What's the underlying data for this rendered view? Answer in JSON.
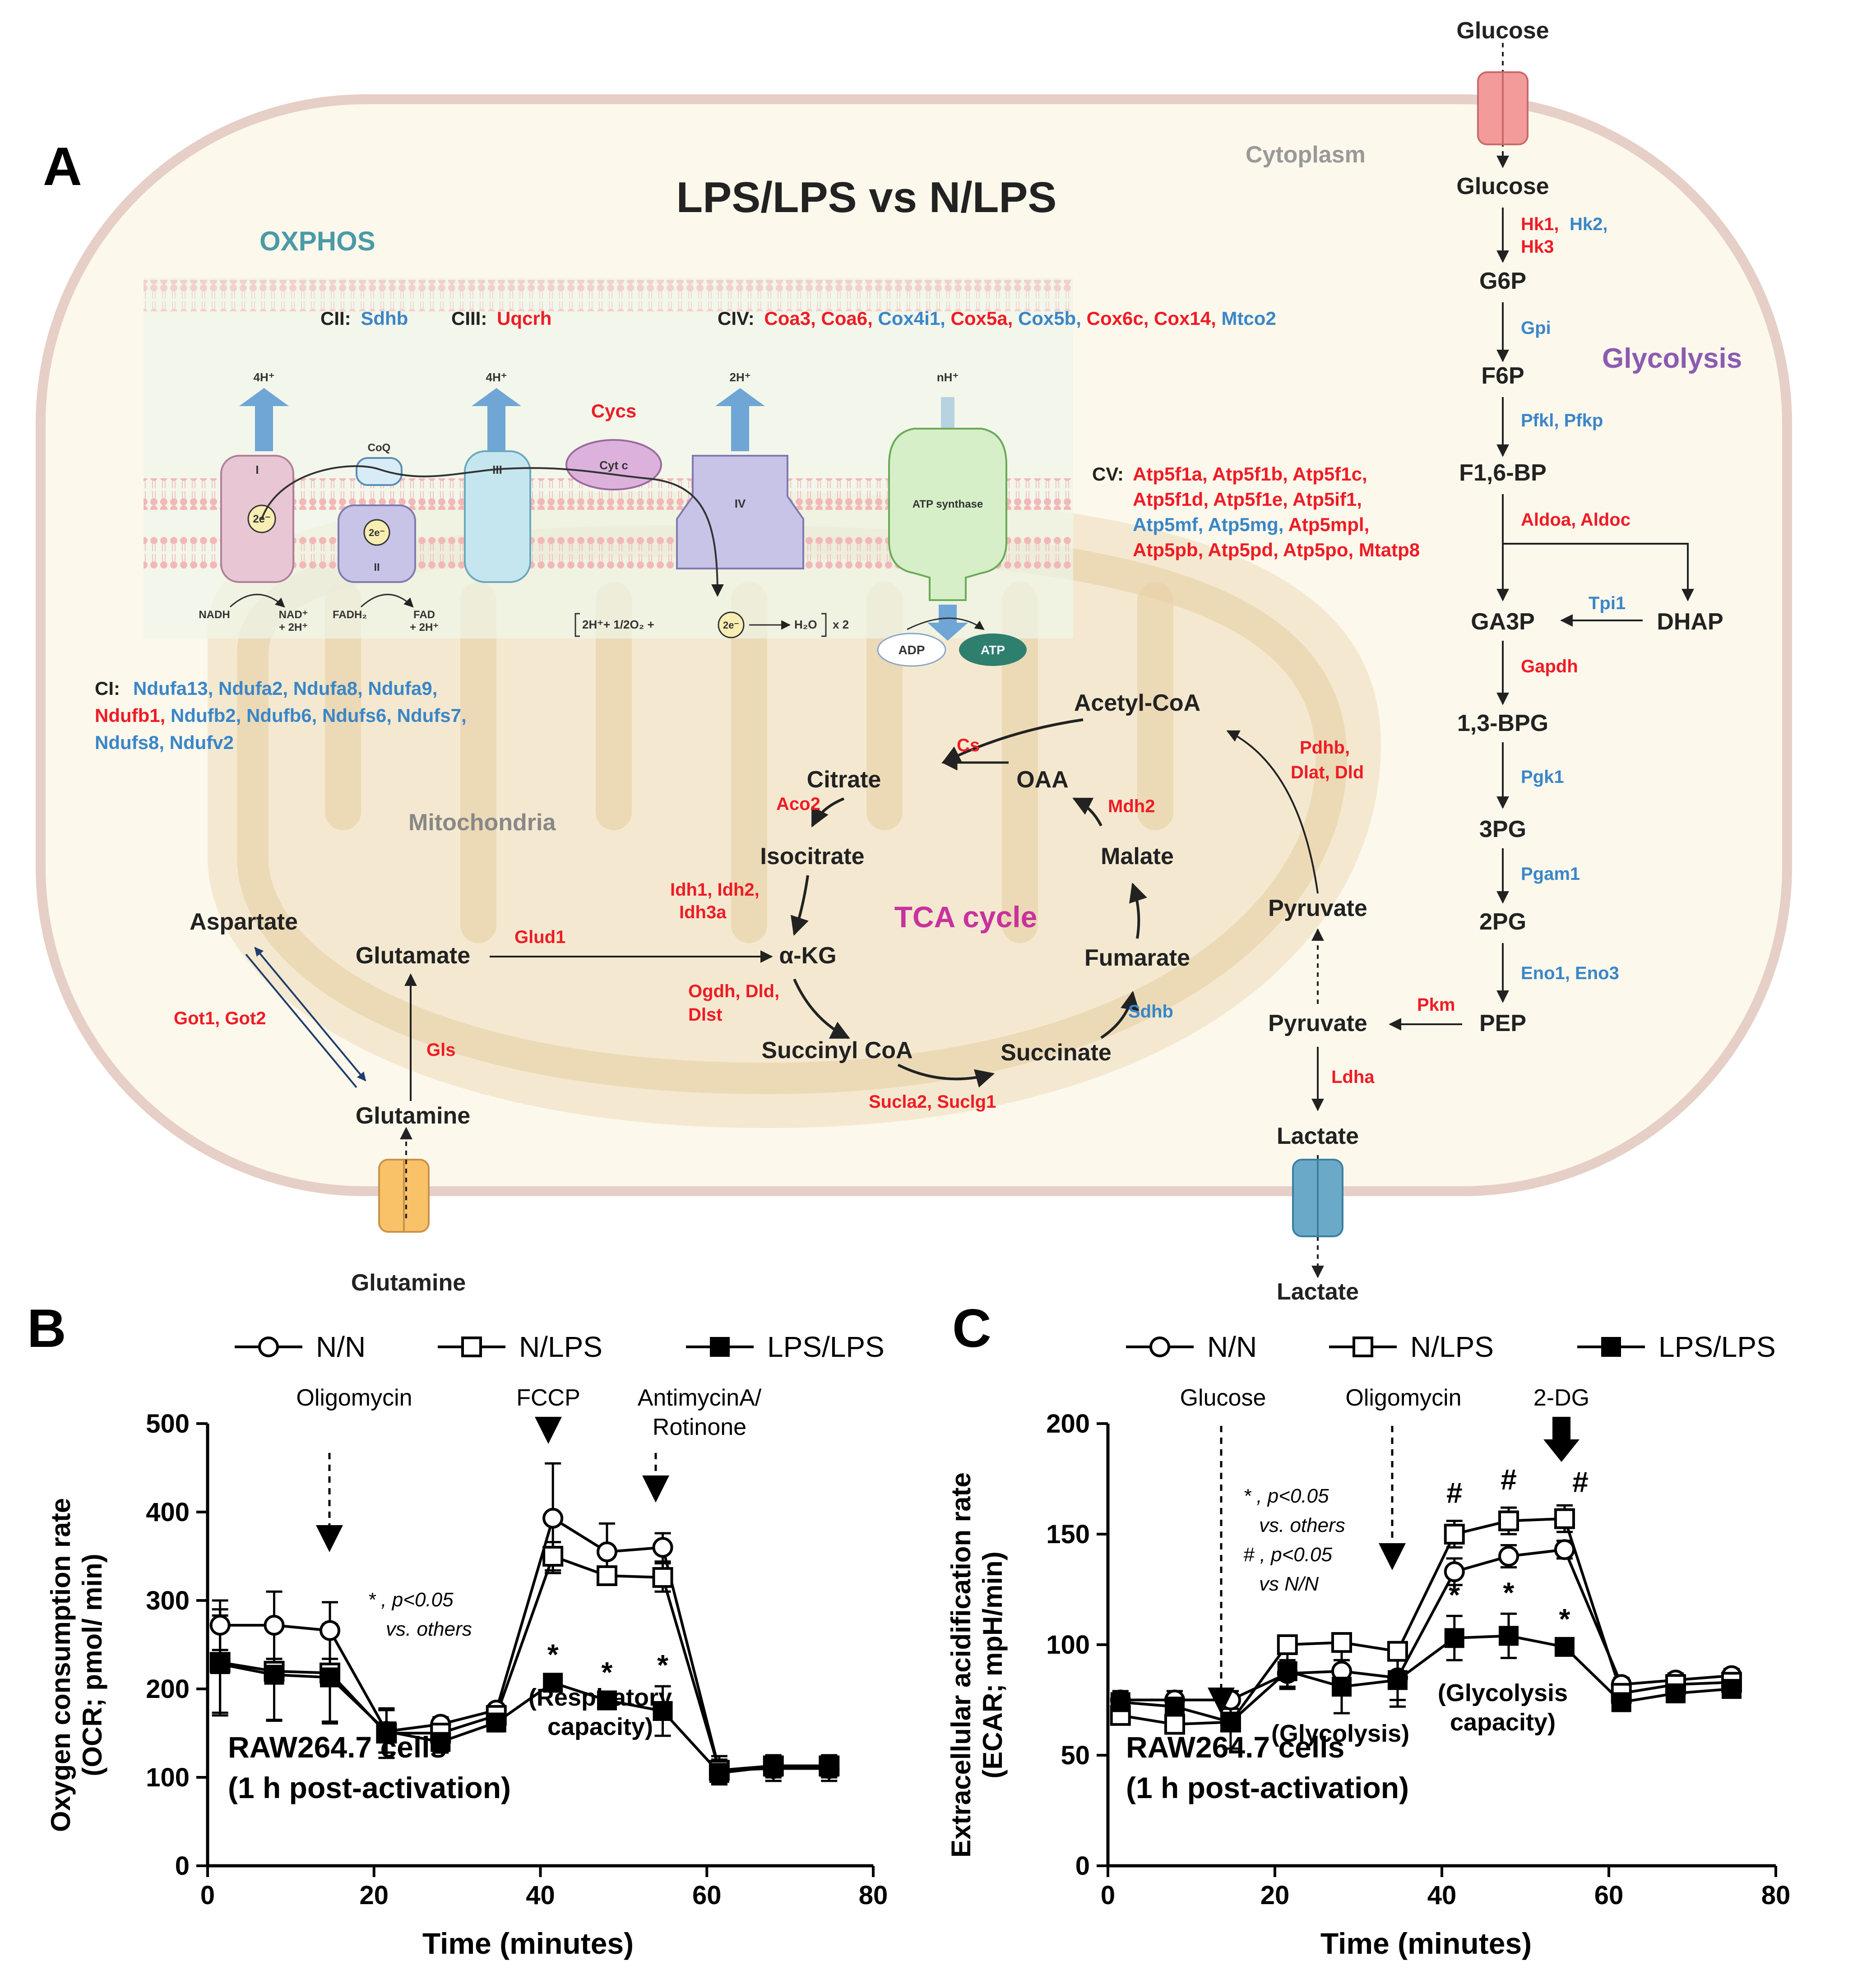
{
  "colors": {
    "red": "#ee1c25",
    "blue": "#3a86c8",
    "membrane": "#e6cfc6",
    "cell_fill": "#fdf8ec",
    "mito": "#e9d7b0",
    "tca": "#c8329e",
    "glyco": "#8b5bb1",
    "oxphos": "#4a9aa7"
  },
  "panel_a": {
    "label": "A",
    "title": "LPS/LPS vs N/LPS",
    "cytoplasm": "Cytoplasm",
    "mitochondria": "Mitochondria",
    "oxphos": "OXPHOS",
    "glycolysis": "Glycolysis",
    "tca": "TCA cycle",
    "complex_labels": {
      "c2": "CII:",
      "c2_gene": "Sdhb",
      "c3": "CIII:",
      "c3_gene": "Uqcrh",
      "c4": "CIV:",
      "c5": "CV:",
      "c1": "CI:"
    },
    "civ_genes": [
      {
        "t": "Coa3, ",
        "c": "red"
      },
      {
        "t": "Coa6, ",
        "c": "red"
      },
      {
        "t": "Cox4i1, ",
        "c": "blue"
      },
      {
        "t": "Cox5a, ",
        "c": "red"
      },
      {
        "t": "Cox5b, ",
        "c": "blue"
      },
      {
        "t": "Cox6c, ",
        "c": "red"
      },
      {
        "t": "Cox14, ",
        "c": "red"
      },
      {
        "t": "Mtco2",
        "c": "blue"
      }
    ],
    "cv_lines": [
      [
        {
          "t": "Atp5f1a, Atp5f1b, Atp5f1c,",
          "c": "red"
        }
      ],
      [
        {
          "t": "Atp5f1d, Atp5f1e, Atp5if1,",
          "c": "red"
        }
      ],
      [
        {
          "t": "Atp5mf, Atp5mg, ",
          "c": "blue"
        },
        {
          "t": "Atp5mpl,",
          "c": "red"
        }
      ],
      [
        {
          "t": "Atp5pb, Atp5pd, Atp5po, Mtatp8",
          "c": "red"
        }
      ]
    ],
    "ci_lines": [
      [
        {
          "t": "Ndufa13, Ndufa2, Ndufa8, Ndufa9,",
          "c": "blue"
        }
      ],
      [
        {
          "t": "Ndufb1, ",
          "c": "red"
        },
        {
          "t": "Ndufb2, Ndufb6, Ndufs6, Ndufs7,",
          "c": "blue"
        }
      ],
      [
        {
          "t": "Ndufs8, Ndufv2",
          "c": "blue"
        }
      ]
    ],
    "etc": {
      "cycs": "Cycs",
      "cytc": "Cyt c",
      "coq": "CoQ",
      "i": "I",
      "ii": "II",
      "iii": "III",
      "iv": "IV",
      "atp_synthase": "ATP synthase",
      "h4a": "4H⁺",
      "h4b": "4H⁺",
      "h2": "2H⁺",
      "nh": "nH⁺",
      "e1": "2e⁻",
      "e2": "2e⁻",
      "e3": "2e⁻",
      "nadh": "NADH",
      "nad": "NAD⁺",
      "nad2": "+ 2H⁺",
      "fadh": "FADH₂",
      "fad": "FAD",
      "fad2": "+ 2H⁺",
      "adp": "ADP",
      "atp": "ATP",
      "rxn_a": "2H⁺+ 1/2O₂ +",
      "rxn_b": "H₂O",
      "rxn_c": "x 2"
    },
    "glycolysis_metabolites": [
      "Glucose",
      "Glucose",
      "G6P",
      "F6P",
      "F1,6-BP",
      "GA3P",
      "DHAP",
      "1,3-BPG",
      "3PG",
      "2PG",
      "PEP",
      "Pyruvate",
      "Pyruvate",
      "Lactate",
      "Lactate"
    ],
    "glycolysis_enzymes": {
      "hk_a": "Hk1,",
      "hk_b": "Hk2,",
      "hk_c": "Hk3",
      "gpi": "Gpi",
      "pfk": "Pfkl, Pfkp",
      "aldo": "Aldoa, Aldoc",
      "tpi": "Tpi1",
      "gapdh": "Gapdh",
      "pgk": "Pgk1",
      "pgam": "Pgam1",
      "eno": "Eno1, Eno3",
      "pkm": "Pkm",
      "ldha": "Ldha",
      "pdh_a": "Pdhb,",
      "pdh_b": "Dlat, Dld"
    },
    "tca_metabolites": [
      "Acetyl-CoA",
      "OAA",
      "Citrate",
      "Isocitrate",
      "α-KG",
      "Succinyl CoA",
      "Succinate",
      "Fumarate",
      "Malate"
    ],
    "tca_enzymes": {
      "cs": "Cs",
      "aco": "Aco2",
      "idh_a": "Idh1, Idh2,",
      "idh_b": "Idh3a",
      "ogdh_a": "Ogdh, Dld,",
      "ogdh_b": "Dlst",
      "sucl": "Sucla2, Suclg1",
      "sdhb": "Sdhb",
      "mdh": "Mdh2"
    },
    "glutamine_path": {
      "aspartate": "Aspartate",
      "glutamate": "Glutamate",
      "glutamine_in": "Glutamine",
      "glutamine_out": "Glutamine",
      "glud": "Glud1",
      "gls": "Gls",
      "got": "Got1, Got2"
    }
  },
  "panel_b": {
    "label": "B",
    "legend": [
      "N/N",
      "N/LPS",
      "LPS/LPS"
    ],
    "injections": [
      "Oligomycin",
      "FCCP",
      "AntimycinA/",
      "Rotinone"
    ],
    "sig_a": "* , p<0.05",
    "sig_b": "vs. others",
    "star": "*",
    "cap_a": "(Respiratory",
    "cap_b": "capacity)",
    "cells_a": "RAW264.7 cells",
    "cells_b": "(1 h post-activation)",
    "xlabel": "Time (minutes)",
    "ylabel_a": "Oxygen consumption rate",
    "ylabel_b": "(OCR; pmol/ min)"
  },
  "panel_c": {
    "label": "C",
    "legend": [
      "N/N",
      "N/LPS",
      "LPS/LPS"
    ],
    "injections": [
      "Glucose",
      "Oligomycin",
      "2-DG"
    ],
    "sig_a": "* , p<0.05",
    "sig_b": "vs. others",
    "sig_c": "# , p<0.05",
    "sig_d": "vs N/N",
    "star": "*",
    "hash": "#",
    "gly": "(Glycolysis)",
    "cap_a": "(Glycolysis",
    "cap_b": "capacity)",
    "cells_a": "RAW264.7 cells",
    "cells_b": "(1 h post-activation)",
    "xlabel": "Time (minutes)",
    "ylabel_a": "Extracellular acidification rate",
    "ylabel_b": "(ECAR; mpH/min)"
  },
  "chart_data": [
    {
      "type": "line",
      "xlabel": "Time (minutes)",
      "ylabel": "Oxygen consumption rate (OCR; pmol/ min)",
      "xlim": [
        0,
        80
      ],
      "ylim": [
        0,
        500
      ],
      "xticks": [
        0,
        20,
        40,
        60,
        80
      ],
      "yticks": [
        0,
        100,
        200,
        300,
        400,
        500
      ],
      "x": [
        1.5,
        8,
        14.7,
        21.5,
        28,
        34.7,
        41.5,
        48,
        54.7,
        61.5,
        68,
        74.7
      ],
      "series": [
        {
          "name": "N/N",
          "marker": "open-circle",
          "values": [
            272,
            272,
            266,
            152,
            160,
            176,
            393,
            355,
            360,
            108,
            110,
            110
          ],
          "err": [
            28,
            38,
            32,
            24,
            8,
            6,
            62,
            32,
            16,
            16,
            14,
            14
          ]
        },
        {
          "name": "N/LPS",
          "marker": "open-square",
          "values": [
            230,
            220,
            218,
            150,
            150,
            170,
            350,
            328,
            326,
            108,
            113,
            113
          ],
          "err": [
            60,
            55,
            55,
            28,
            12,
            10,
            16,
            10,
            16,
            12,
            12,
            12
          ]
        },
        {
          "name": "LPS/LPS",
          "marker": "filled-square",
          "values": [
            228,
            216,
            213,
            152,
            140,
            162,
            207,
            187,
            175,
            105,
            112,
            112
          ],
          "err": [
            55,
            52,
            52,
            24,
            12,
            10,
            8,
            8,
            28,
            12,
            12,
            12
          ]
        }
      ]
    },
    {
      "type": "line",
      "xlabel": "Time (minutes)",
      "ylabel": "Extracellular acidification rate (ECAR; mpH/min)",
      "xlim": [
        0,
        80
      ],
      "ylim": [
        0,
        200
      ],
      "xticks": [
        0,
        20,
        40,
        60,
        80
      ],
      "yticks": [
        0,
        50,
        100,
        150,
        200
      ],
      "x": [
        1.5,
        8,
        14.7,
        21.5,
        28,
        34.7,
        41.5,
        48,
        54.7,
        61.5,
        68,
        74.7
      ],
      "series": [
        {
          "name": "N/N",
          "marker": "open-circle",
          "values": [
            75,
            75,
            75,
            87,
            88,
            85,
            133,
            140,
            143,
            82,
            84,
            86
          ],
          "err": [
            4,
            4,
            4,
            6,
            10,
            10,
            6,
            5,
            4,
            3,
            3,
            3
          ]
        },
        {
          "name": "N/LPS",
          "marker": "open-square",
          "values": [
            68,
            64,
            65,
            100,
            101,
            97,
            150,
            156,
            157,
            78,
            82,
            83
          ],
          "err": [
            4,
            4,
            4,
            4,
            4,
            4,
            6,
            6,
            6,
            3,
            3,
            3
          ]
        },
        {
          "name": "LPS/LPS",
          "marker": "filled-square",
          "values": [
            74,
            72,
            65,
            88,
            81,
            84,
            103,
            104,
            99,
            74,
            78,
            80
          ],
          "err": [
            4,
            4,
            12,
            8,
            12,
            12,
            10,
            10,
            3,
            4,
            4,
            4
          ]
        }
      ]
    }
  ]
}
